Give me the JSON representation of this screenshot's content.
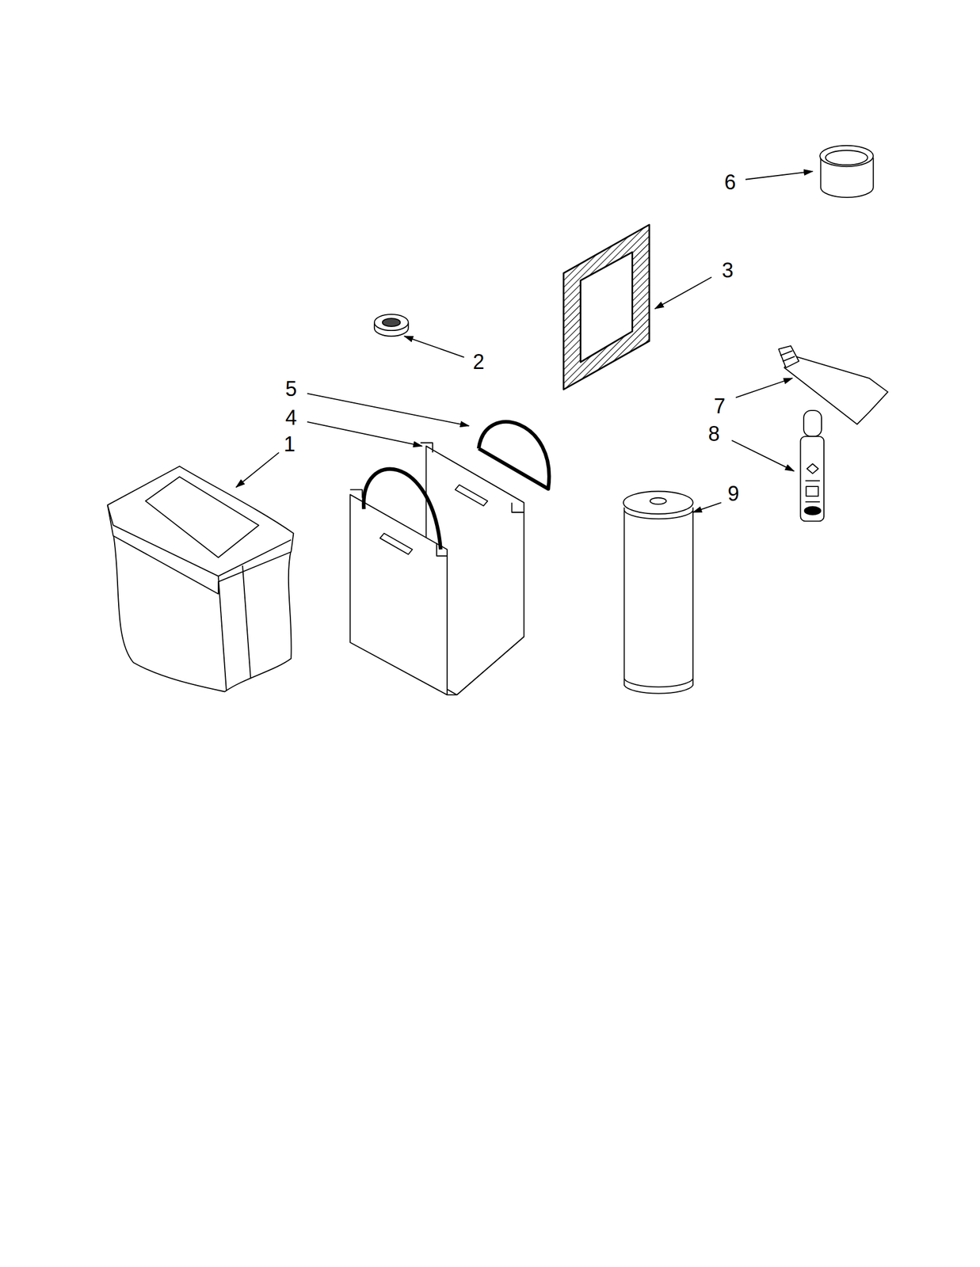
{
  "diagram": {
    "labels": [
      "6",
      "3",
      "2",
      "5",
      "4",
      "1",
      "7",
      "8",
      "9"
    ]
  }
}
